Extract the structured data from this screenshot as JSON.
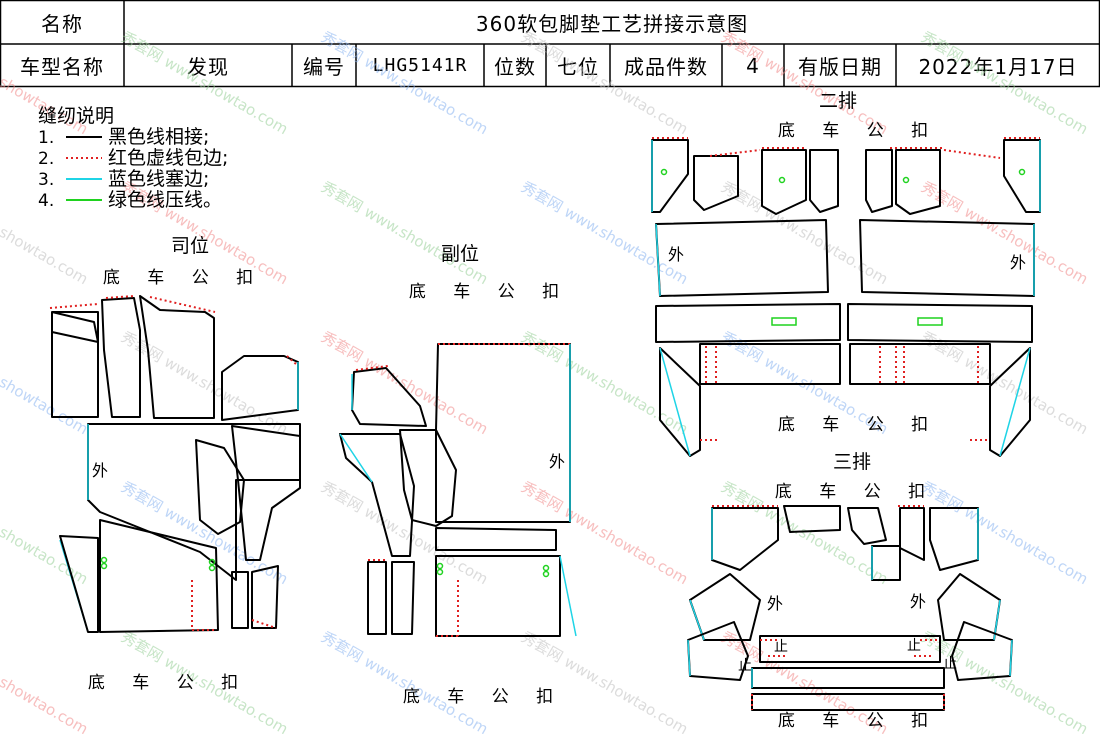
{
  "header": {
    "name_label": "名称",
    "title": "360软包脚垫工艺拼接示意图",
    "model_label": "车型名称",
    "model_value": "发现",
    "code_label": "编号",
    "code_value": "LHG5141R",
    "positions_label": "位数",
    "positions_value": "七位",
    "count_label": "成品件数",
    "count_value": "4",
    "date_label": "有版日期",
    "date_value": "2022年1月17日"
  },
  "legend": {
    "title": "缝纫说明",
    "items": [
      {
        "index": "1.",
        "style": "solid",
        "color": "#000000",
        "label": "黑色线相接;"
      },
      {
        "index": "2.",
        "style": "dotted",
        "color": "#e02020",
        "label": "红色虚线包边;"
      },
      {
        "index": "3.",
        "style": "solid",
        "color": "#1fd4e6",
        "label": "蓝色线塞边;"
      },
      {
        "index": "4.",
        "style": "solid",
        "color": "#1fd21f",
        "label": "绿色线压线。"
      }
    ]
  },
  "sections": {
    "driver": {
      "title": "司位",
      "base_top": "底 车 公 扣",
      "base_bottom": "底 车 公 扣",
      "outer": "外"
    },
    "passenger": {
      "title": "副位",
      "base_top": "底 车 公 扣",
      "base_bottom": "底 车 公 扣",
      "outer": "外"
    },
    "row2": {
      "title": "二排",
      "base_top": "底 车 公 扣",
      "base_bottom": "底 车 公 扣",
      "outer_left": "外",
      "outer_right": "外"
    },
    "row3": {
      "title": "三排",
      "base_top": "底 车 公 扣",
      "base_bottom": "底 车 公 扣",
      "outer_left": "外",
      "outer_right": "外",
      "stop": "止"
    }
  },
  "watermark": {
    "brand": "秀套网",
    "site": "www.showtao.com"
  },
  "colors": {
    "line": "#000000",
    "binding": "#e02020",
    "tuck": "#1fd4e6",
    "press": "#1fd21f"
  }
}
